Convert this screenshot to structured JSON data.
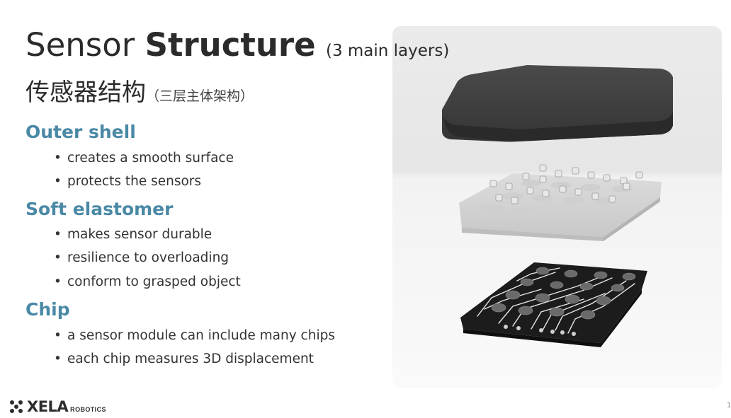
{
  "title": {
    "word1": "Sensor",
    "word2": "Structure",
    "paren": "(3 main layers)"
  },
  "subtitle": {
    "main": "传感器结构",
    "paren": "（三层主体架构）"
  },
  "sections": [
    {
      "heading": "Outer shell",
      "bullets": [
        "creates a smooth surface",
        "protects the sensors"
      ]
    },
    {
      "heading": "Soft elastomer",
      "bullets": [
        "makes sensor durable",
        "resilience to overloading",
        "conform to grasped object"
      ]
    },
    {
      "heading": "Chip",
      "bullets": [
        "a sensor module can include many chips",
        "each chip measures 3D displacement"
      ]
    }
  ],
  "bullet_char": "•",
  "logo": {
    "name": "XELA",
    "sub": "ROBOTICS"
  },
  "page_number": "1",
  "colors": {
    "heading": "#4a89a6",
    "text": "#333333",
    "shell": "#3a3a3a",
    "board": "#1c1c1c"
  }
}
